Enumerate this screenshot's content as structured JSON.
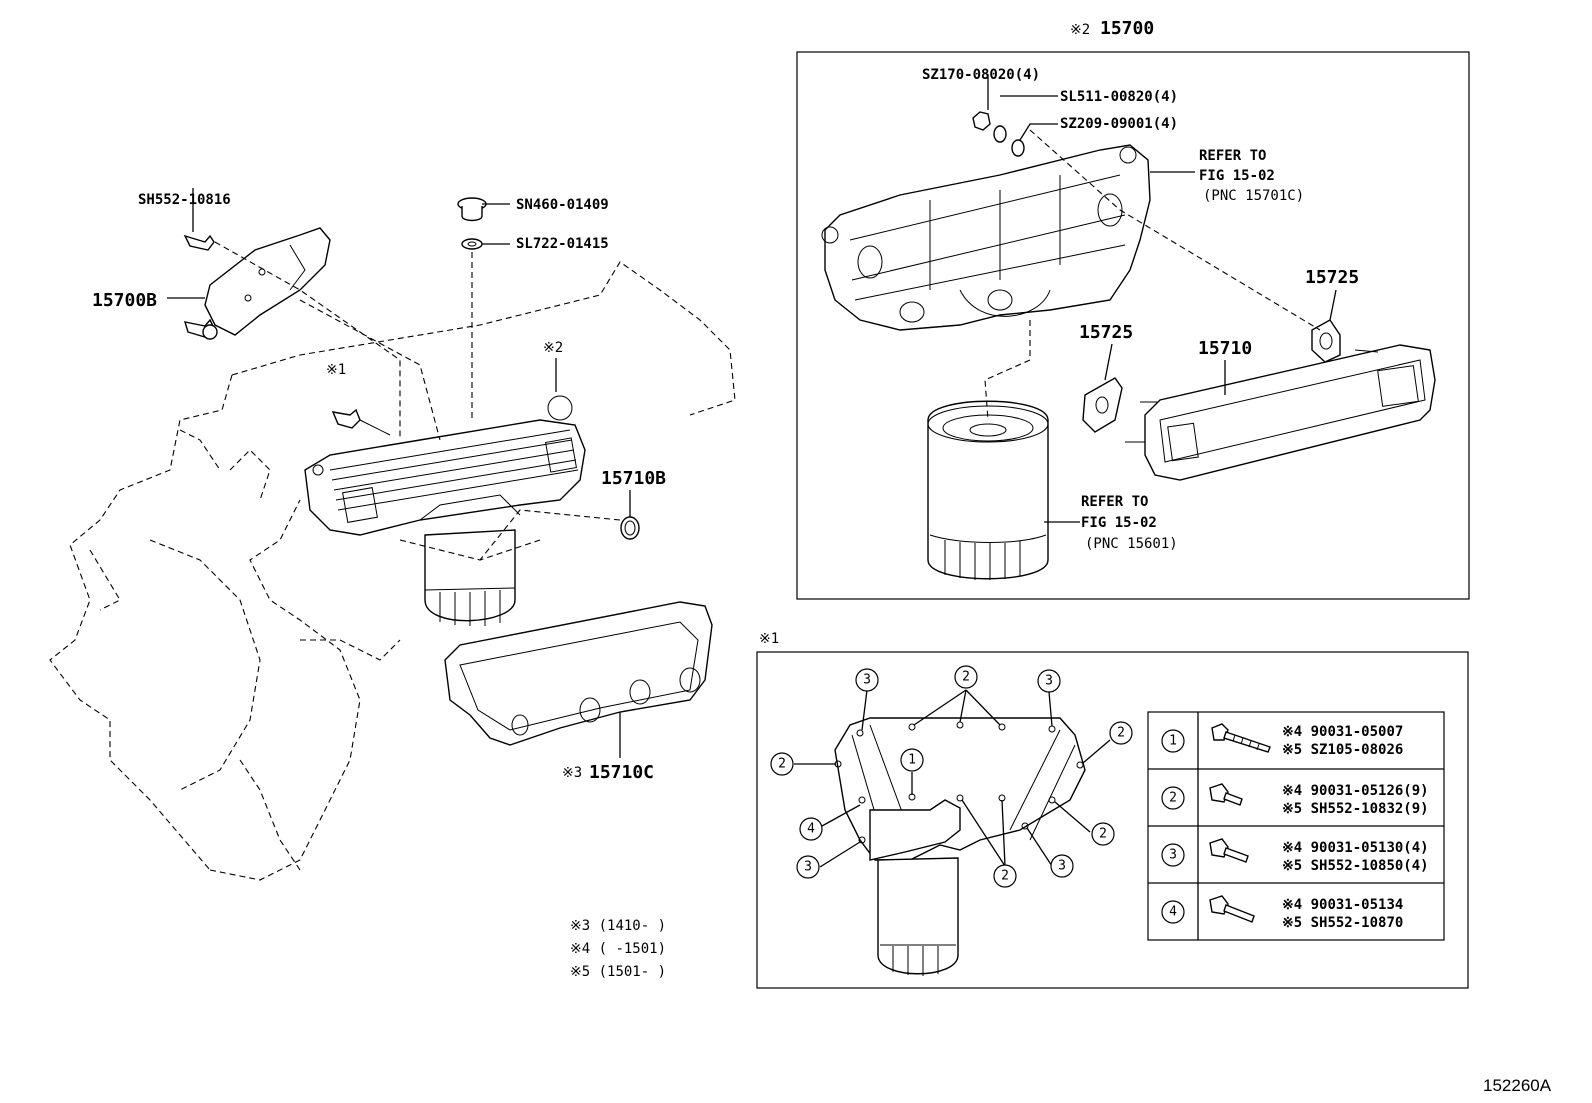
{
  "labels": {
    "sh552_10816": "SH552-10816",
    "sn460_01409": "SN460-01409",
    "sl722_01415": "SL722-01415",
    "p15700b": "15700B",
    "mark1a": "※1",
    "mark2a": "※2",
    "p15710b": "15710B",
    "p15710c_mark": "※3",
    "p15710c": "15710C",
    "p15700_mark": "※2",
    "p15700": "15700",
    "sz170": "SZ170-08020(4)",
    "sl511": "SL511-00820(4)",
    "sz209": "SZ209-09001(4)",
    "refer1_l1": "REFER TO",
    "refer1_l2": "FIG 15-02",
    "refer1_l3": "(PNC 15701C)",
    "p15725a": "15725",
    "p15725b": "15725",
    "p15710": "15710",
    "refer2_l1": "REFER TO",
    "refer2_l2": "FIG 15-02",
    "refer2_l3": "(PNC 15601)",
    "detail_mark": "※1",
    "diagram_id": "152260A"
  },
  "notes": [
    "※3 (1410-     )",
    "※4 (     -1501)",
    "※5 (1501-     )"
  ],
  "callouts": {
    "c1": "1",
    "c2": "2",
    "c3": "3",
    "c4": "4"
  },
  "bolt_table": [
    {
      "ref": "1",
      "line1": "※4 90031-05007",
      "line2": "※5 SZ105-08026"
    },
    {
      "ref": "2",
      "line1": "※4 90031-05126(9)",
      "line2": "※5 SH552-10832(9)"
    },
    {
      "ref": "3",
      "line1": "※4 90031-05130(4)",
      "line2": "※5 SH552-10850(4)"
    },
    {
      "ref": "4",
      "line1": "※4 90031-05134",
      "line2": "※5 SH552-10870"
    }
  ]
}
